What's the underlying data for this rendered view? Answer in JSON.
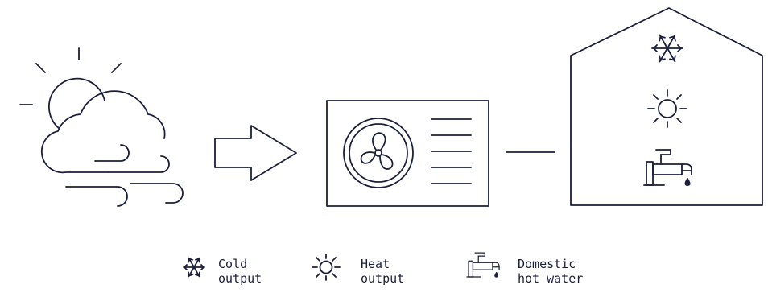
{
  "colors": {
    "stroke": "#1b1f3b",
    "background": "#ffffff"
  },
  "diagram": {
    "weather": {
      "icon": "sun-behind-cloud-with-wind-icon"
    },
    "arrow": {
      "icon": "right-arrow-icon"
    },
    "heat_pump": {
      "icon": "outdoor-heat-pump-unit-icon",
      "fan_icon": "fan-icon"
    },
    "house": {
      "icon": "house-outline-icon",
      "items": [
        "snowflake-icon",
        "sun-icon",
        "faucet-icon"
      ]
    }
  },
  "legend": [
    {
      "icon": "snowflake-icon",
      "line1": "Cold",
      "line2": "output"
    },
    {
      "icon": "sun-icon",
      "line1": "Heat",
      "line2": "output"
    },
    {
      "icon": "faucet-icon",
      "line1": "Domestic",
      "line2": "hot water"
    }
  ]
}
